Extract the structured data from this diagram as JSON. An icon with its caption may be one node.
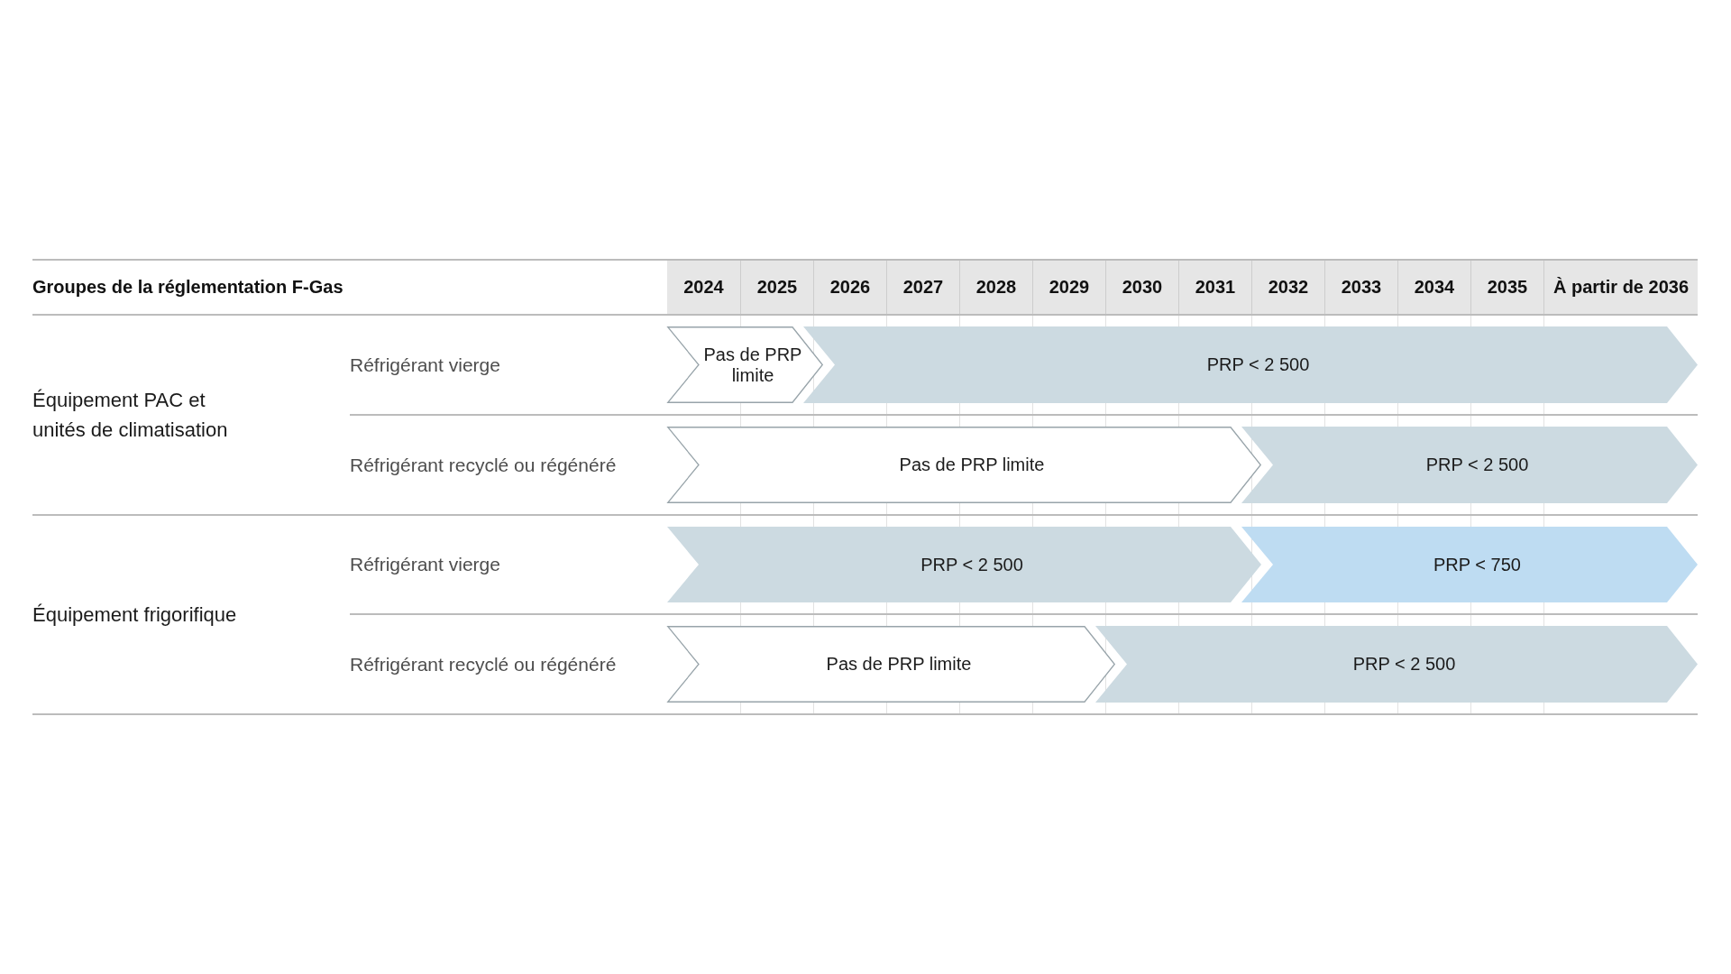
{
  "diagram": {
    "nodes": [
      {
        "text": [
          "Pas de PRP limite"
        ]
      },
      {
        "text": [
          "PRP < 2 500"
        ]
      },
      {
        "text": [
          "Pas de PRP limite"
        ]
      },
      {
        "text": [
          "PRP < 2 500"
        ]
      },
      {
        "text": [
          "PRP < 2 500"
        ]
      },
      {
        "text": [
          "PRP < 750"
        ]
      },
      {
        "text": [
          "Pas de PRP limite"
        ]
      },
      {
        "text": [
          "PRP < 2 500"
        ]
      }
    ],
    "labels": [
      "Groupes de la réglementation F-Gas",
      "2024",
      "2025",
      "2026",
      "2027",
      "2028",
      "2029",
      "2030",
      "2031",
      "2032",
      "2033",
      "2034",
      "2035",
      "À partir de 2036",
      "Équipement PAC et unités de climatisation",
      "Réfrigérant vierge",
      "Réfrigérant recyclé ou régénéré",
      "Équipement frigorifique",
      "Réfrigérant vierge",
      "Réfrigérant recyclé ou régénéré"
    ]
  }
}
